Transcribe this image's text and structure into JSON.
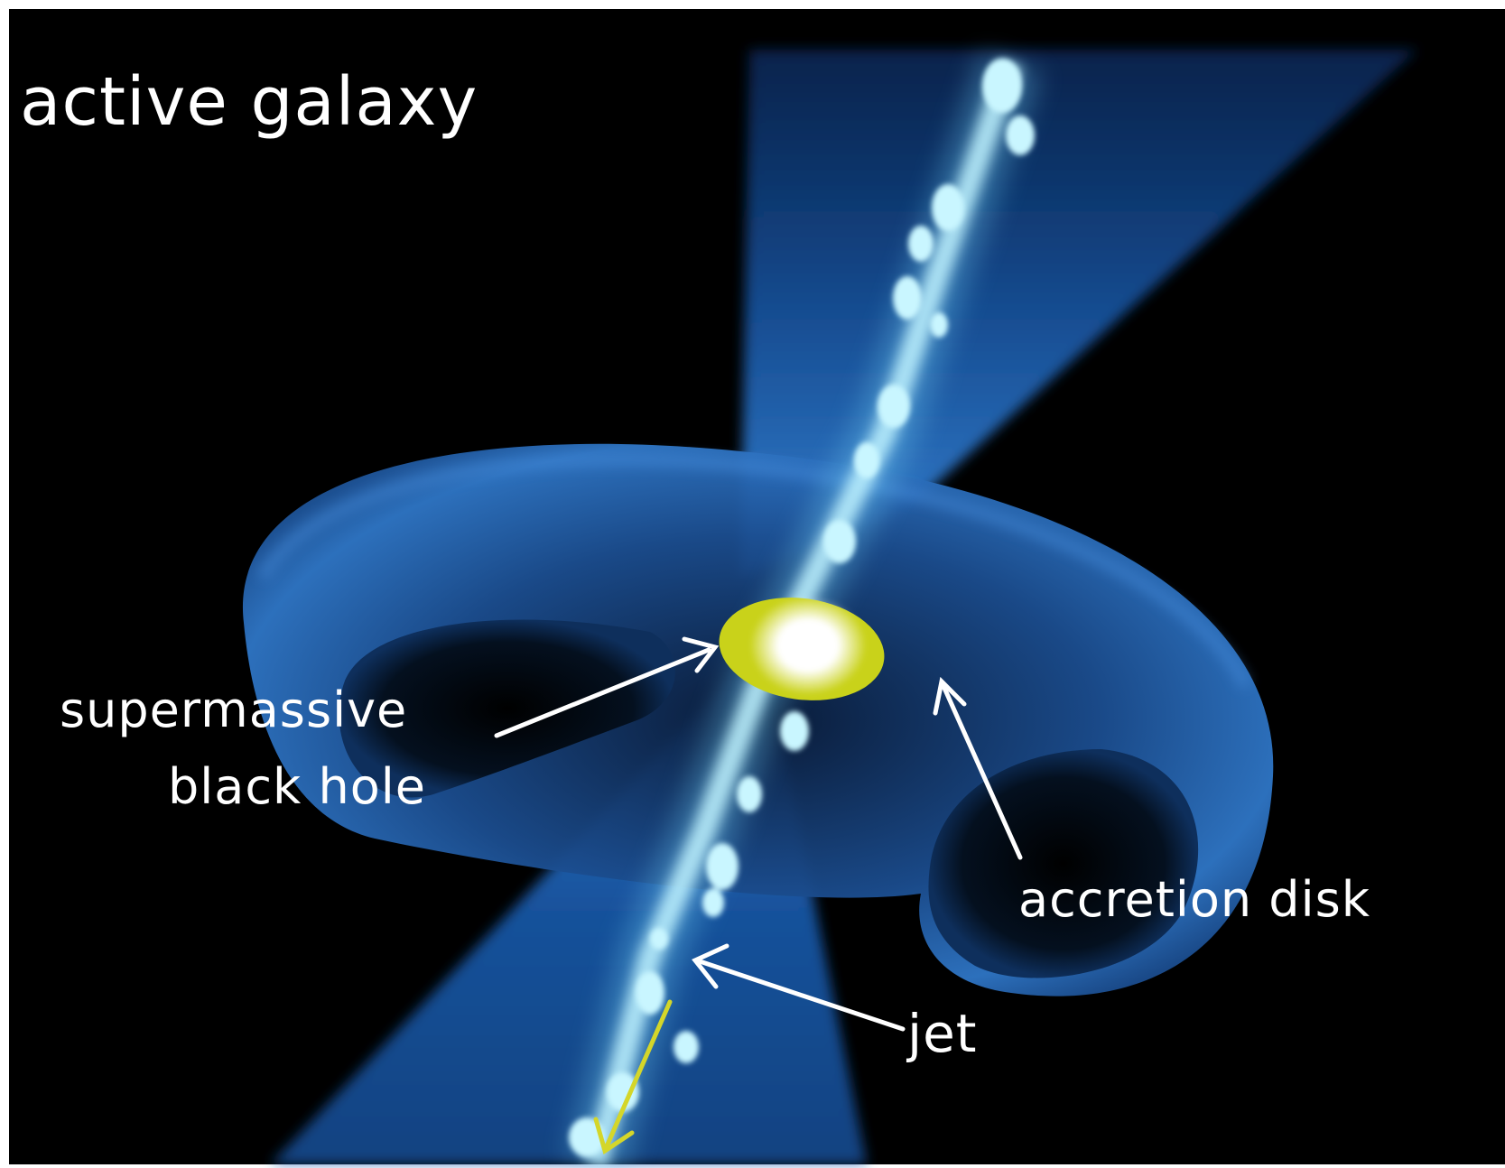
{
  "title": "active galaxy",
  "labels": {
    "black_hole_line1": "supermassive",
    "black_hole_line2": "black hole",
    "accretion_disk": "accretion disk",
    "jet": "jet"
  },
  "colors": {
    "background": "#000000",
    "page_border": "#ffffff",
    "cone_blue": "#1f6fc9",
    "jet_glow": "#bff3ff",
    "torus_blue": "#2a6ab8",
    "black_hole_ring": "#c9d21a",
    "label_white": "#ffffff",
    "arrow_yellow": "#d4d62a"
  }
}
